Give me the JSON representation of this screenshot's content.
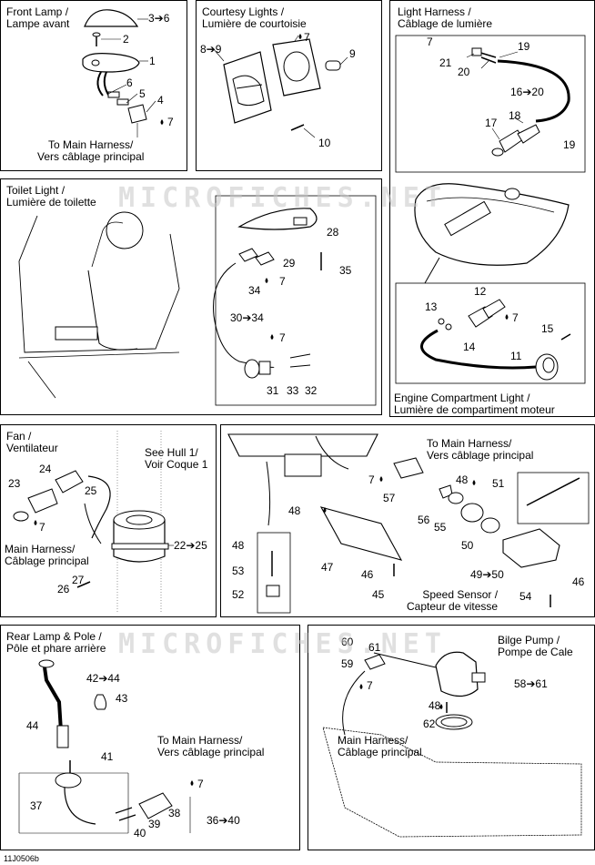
{
  "watermark": "MICROFICHES.NET",
  "diagram_code": "11J0506b",
  "panels": {
    "front_lamp": {
      "title": "Front Lamp /",
      "title2": "Lampe avant",
      "callouts": [
        "3➔6",
        "2",
        "1",
        "6",
        "5",
        "4",
        "7"
      ],
      "note1": "To Main Harness/",
      "note2": "Vers câblage principal"
    },
    "courtesy": {
      "title": "Courtesy Lights /",
      "title2": "Lumière de courtoisie",
      "callouts": [
        "7",
        "8➔9",
        "9",
        "10"
      ]
    },
    "light_harness": {
      "title": "Light Harness /",
      "title2": "Câblage de lumière",
      "callouts": [
        "7",
        "19",
        "21",
        "20",
        "16➔20",
        "18",
        "17",
        "19",
        "12",
        "13",
        "7",
        "15",
        "14",
        "11"
      ],
      "note1": "Engine Compartment Light /",
      "note2": "Lumière de compartiment moteur"
    },
    "toilet": {
      "title": "Toilet Light /",
      "title2": "Lumière de toilette",
      "callouts": [
        "28",
        "29",
        "7",
        "35",
        "34",
        "30➔34",
        "7",
        "31",
        "33",
        "32"
      ]
    },
    "fan": {
      "title": "Fan /",
      "title2": "Ventilateur",
      "callouts": [
        "24",
        "23",
        "25",
        "7",
        "22➔25",
        "27",
        "26"
      ],
      "note1": "See Hull 1/",
      "note2": "Voir Coque 1",
      "note3": "Main Harness/",
      "note4": "Câblage principal"
    },
    "speed": {
      "callouts": [
        "7",
        "57",
        "48",
        "51",
        "48",
        "56",
        "55",
        "50",
        "47",
        "48",
        "53",
        "46",
        "45",
        "52",
        "49➔50",
        "46",
        "54"
      ],
      "note1": "To Main Harness/",
      "note2": "Vers câblage principal",
      "note3": "Speed Sensor /",
      "note4": "Capteur de vitesse"
    },
    "rear_lamp": {
      "title": "Rear Lamp & Pole /",
      "title2": "Pôle et phare arrière",
      "callouts": [
        "42➔44",
        "43",
        "44",
        "41",
        "7",
        "37",
        "38",
        "39",
        "40",
        "36➔40"
      ],
      "note1": "To Main Harness/",
      "note2": "Vers câblage principal"
    },
    "bilge": {
      "title": "Bilge Pump /",
      "title2": "Pompe de Cale",
      "callouts": [
        "60",
        "61",
        "59",
        "7",
        "58➔61",
        "48",
        "62"
      ],
      "note1": "Main Harness/",
      "note2": "Câblage principal"
    }
  }
}
